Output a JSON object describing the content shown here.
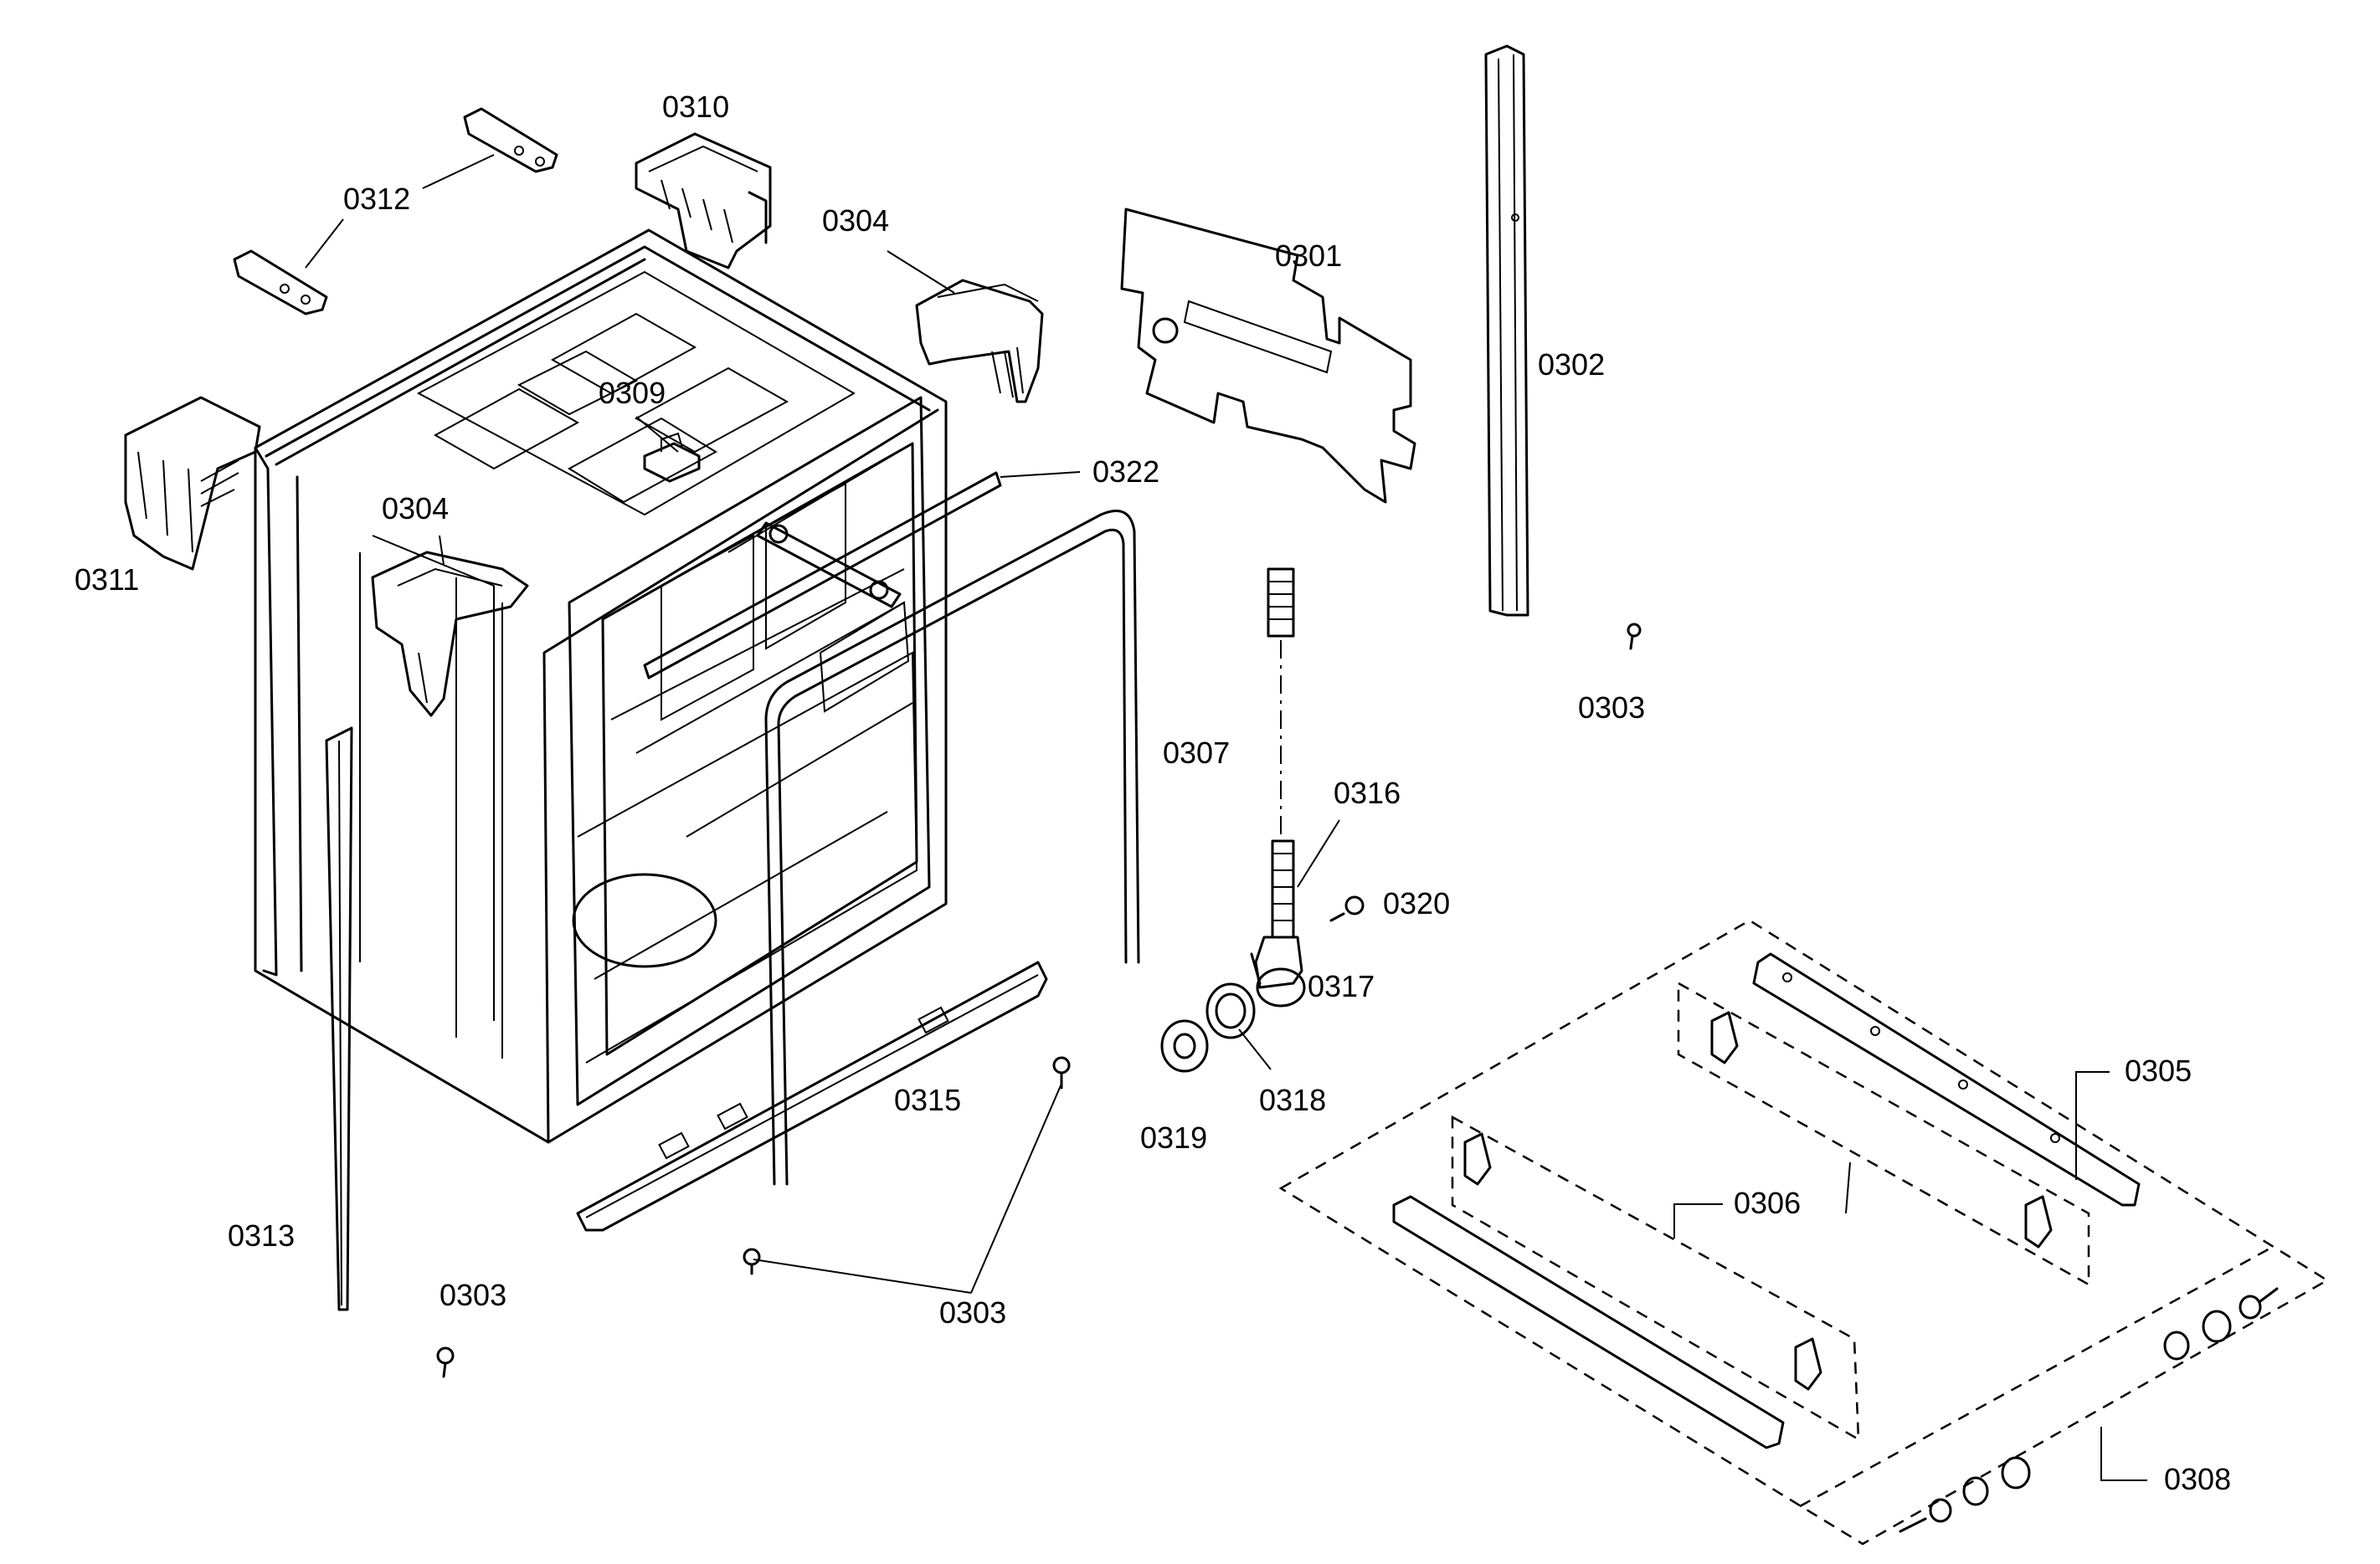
{
  "labels": {
    "p0301": "0301",
    "p0302": "0302",
    "p0303": "0303",
    "p0304": "0304",
    "p0305": "0305",
    "p0306": "0306",
    "p0307": "0307",
    "p0308": "0308",
    "p0309": "0309",
    "p0310": "0310",
    "p0311": "0311",
    "p0312": "0312",
    "p0313": "0313",
    "p0315": "0315",
    "p0316": "0316",
    "p0317": "0317",
    "p0318": "0318",
    "p0319": "0319",
    "p0320": "0320",
    "p0322": "0322"
  }
}
